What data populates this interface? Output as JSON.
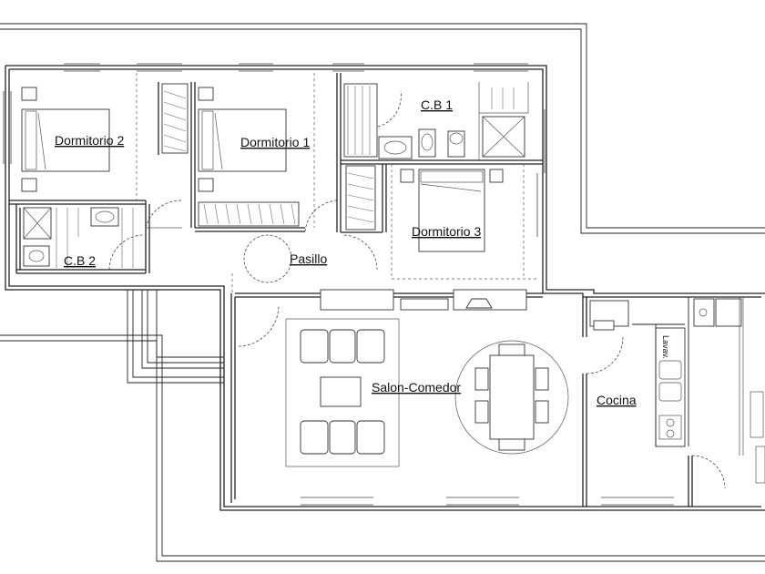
{
  "rooms": {
    "dormitorio2": "Dormitorio 2",
    "dormitorio1": "Dormitorio 1",
    "cb1": "C.B 1",
    "dormitorio3": "Dormitorio 3",
    "cb2": "C.B 2",
    "pasillo": "Pasillo",
    "salon": "Salon-Comedor",
    "cocina": "Cocina"
  },
  "fixtures": {
    "lavavajillas": "Lavav."
  }
}
